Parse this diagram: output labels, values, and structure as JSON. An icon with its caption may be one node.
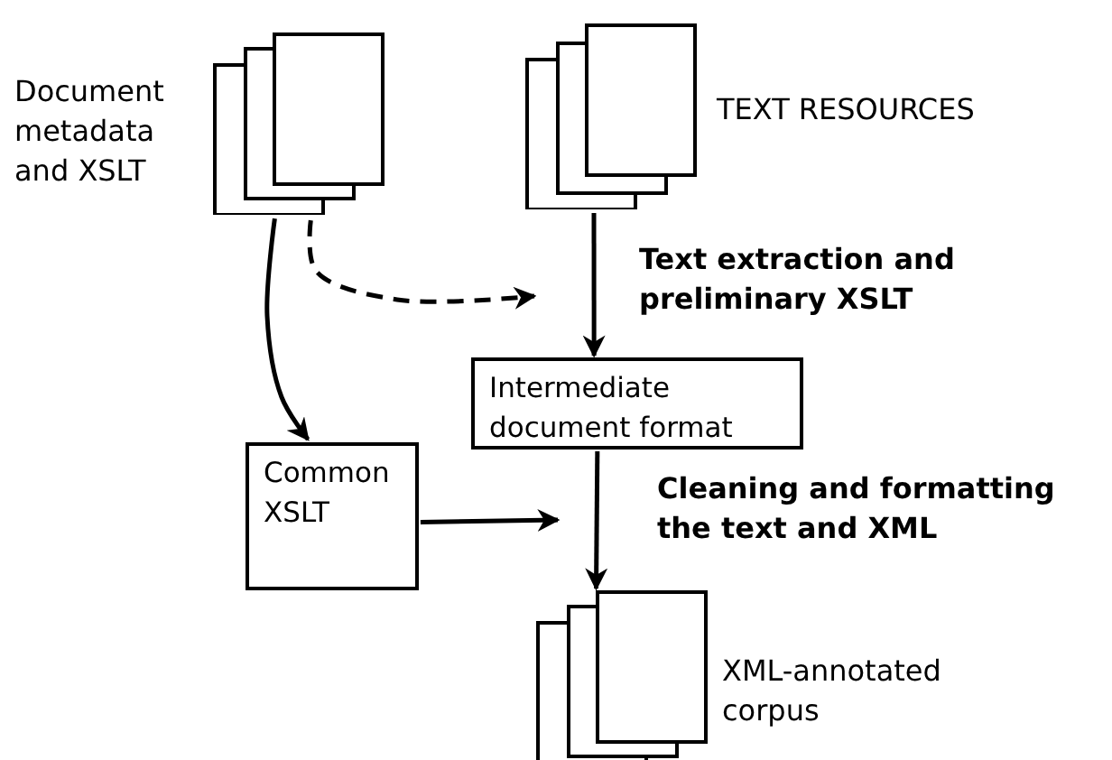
{
  "diagram": {
    "nodes": [
      {
        "text": [
          "Document metadata and XSLT"
        ]
      },
      {
        "text": [
          "TEXT RESOURCES"
        ]
      },
      {
        "text": [
          "Intermediate document format"
        ]
      },
      {
        "text": [
          "Common XSLT"
        ]
      },
      {
        "text": [
          "XML-annotated corpus"
        ]
      }
    ],
    "edges": [
      {
        "from": 1,
        "to": 2,
        "arrow": "to",
        "label": "Text extraction and preliminary XSLT"
      },
      {
        "from": 0,
        "to": 3,
        "arrow": "to"
      },
      {
        "from": 0,
        "to": null,
        "arrow": "to",
        "style": "dashed"
      },
      {
        "from": 2,
        "to": 4,
        "arrow": "to",
        "label": "Cleaning and formatting the text and XML"
      },
      {
        "from": 3,
        "to": null,
        "arrow": "to"
      }
    ]
  }
}
